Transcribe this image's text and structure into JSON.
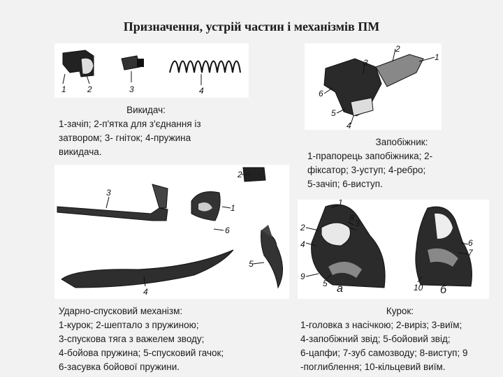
{
  "title": "Призначення, устрій частин і механізмів ПМ",
  "ejector": {
    "heading": "Викидач:",
    "line1": "1-зачіп; 2-п'ятка для з'єднання із",
    "line2": "затвором; 3- гніток; 4-пружина",
    "line3": "викидача.",
    "labels": [
      "1",
      "2",
      "3",
      "4"
    ]
  },
  "safety": {
    "heading": "Запобіжник:",
    "line1": "1-прапорець запобіжника; 2-",
    "line2": "фіксатор; 3-уступ; 4-ребро;",
    "line3": "5-зачіп; 6-виступ.",
    "labels": [
      "1",
      "2",
      "3",
      "4",
      "5",
      "6"
    ]
  },
  "trigger": {
    "heading": "Ударно-спусковий механізм:",
    "line1": "1-курок; 2-шептало з пружиною;",
    "line2": "3-спускова тяга з важелем зводу;",
    "line3": "4-бойова пружина; 5-спусковий гачок;",
    "line4": "6-засувка бойової пружини.",
    "labels": [
      "1",
      "2",
      "3",
      "4",
      "5",
      "6"
    ]
  },
  "hammer": {
    "heading": "Курок:",
    "line1": "1-головка з насічкою; 2-виріз; 3-виїм;",
    "line2": "4-запобіжний звід; 5-бойовий звід;",
    "line3": "6-цапфи; 7-зуб самозводу; 8-виступ; 9",
    "line4": "-поглиблення; 10-кільцевий виїм.",
    "labels": [
      "1",
      "2",
      "3",
      "4",
      "5",
      "6",
      "7",
      "8",
      "9",
      "10"
    ],
    "view_a": "а",
    "view_b": "б"
  }
}
